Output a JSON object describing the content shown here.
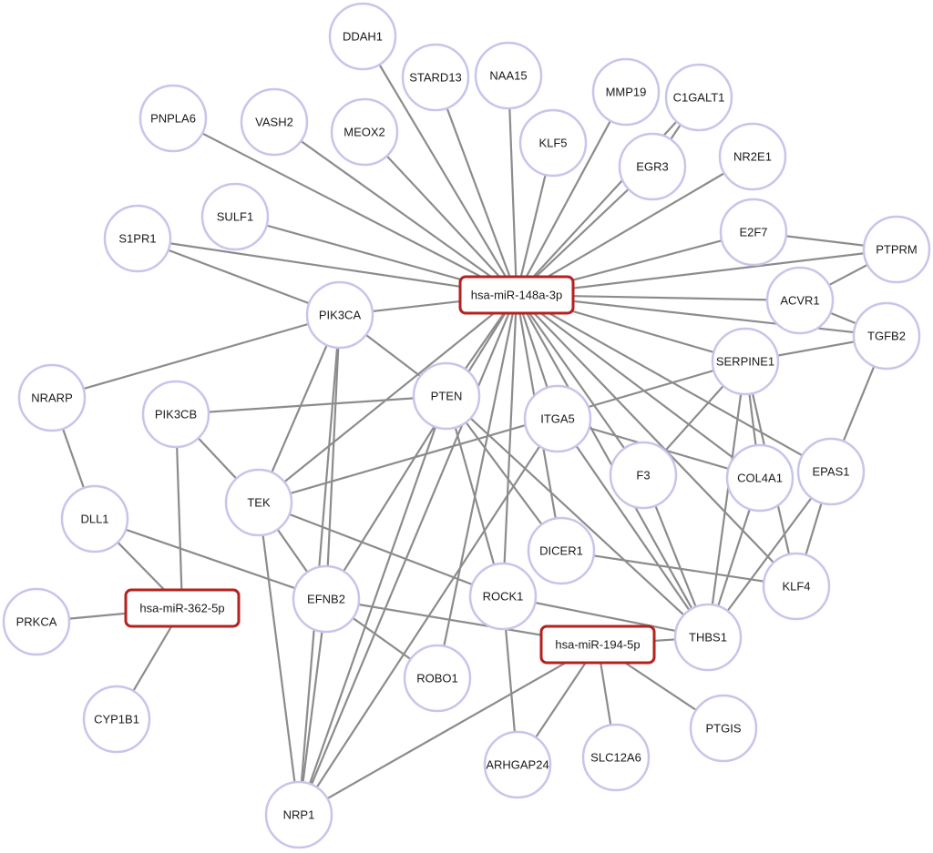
{
  "network": {
    "mirnas": [
      {
        "id": "m148",
        "label": "hsa-miR-148a-3p"
      },
      {
        "id": "m362",
        "label": "hsa-miR-362-5p"
      },
      {
        "id": "m194",
        "label": "hsa-miR-194-5p"
      }
    ],
    "genes": [
      {
        "id": "DDAH1",
        "label": "DDAH1"
      },
      {
        "id": "STARD13",
        "label": "STARD13"
      },
      {
        "id": "NAA15",
        "label": "NAA15"
      },
      {
        "id": "MMP19",
        "label": "MMP19"
      },
      {
        "id": "C1GALT1",
        "label": "C1GALT1"
      },
      {
        "id": "PNPLA6",
        "label": "PNPLA6"
      },
      {
        "id": "VASH2",
        "label": "VASH2"
      },
      {
        "id": "MEOX2",
        "label": "MEOX2"
      },
      {
        "id": "KLF5",
        "label": "KLF5"
      },
      {
        "id": "EGR3",
        "label": "EGR3"
      },
      {
        "id": "NR2E1",
        "label": "NR2E1"
      },
      {
        "id": "SULF1",
        "label": "SULF1"
      },
      {
        "id": "S1PR1",
        "label": "S1PR1"
      },
      {
        "id": "E2F7",
        "label": "E2F7"
      },
      {
        "id": "PTPRM",
        "label": "PTPRM"
      },
      {
        "id": "PIK3CA",
        "label": "PIK3CA"
      },
      {
        "id": "ACVR1",
        "label": "ACVR1"
      },
      {
        "id": "TGFB2",
        "label": "TGFB2"
      },
      {
        "id": "SERPINE1",
        "label": "SERPINE1"
      },
      {
        "id": "NRARP",
        "label": "NRARP"
      },
      {
        "id": "PIK3CB",
        "label": "PIK3CB"
      },
      {
        "id": "PTEN",
        "label": "PTEN"
      },
      {
        "id": "ITGA5",
        "label": "ITGA5"
      },
      {
        "id": "F3",
        "label": "F3"
      },
      {
        "id": "COL4A1",
        "label": "COL4A1"
      },
      {
        "id": "EPAS1",
        "label": "EPAS1"
      },
      {
        "id": "TEK",
        "label": "TEK"
      },
      {
        "id": "DLL1",
        "label": "DLL1"
      },
      {
        "id": "DICER1",
        "label": "DICER1"
      },
      {
        "id": "KLF4",
        "label": "KLF4"
      },
      {
        "id": "EFNB2",
        "label": "EFNB2"
      },
      {
        "id": "ROCK1",
        "label": "ROCK1"
      },
      {
        "id": "PRKCA",
        "label": "PRKCA"
      },
      {
        "id": "THBS1",
        "label": "THBS1"
      },
      {
        "id": "ROBO1",
        "label": "ROBO1"
      },
      {
        "id": "CYP1B1",
        "label": "CYP1B1"
      },
      {
        "id": "PTGIS",
        "label": "PTGIS"
      },
      {
        "id": "ARHGAP24",
        "label": "ARHGAP24"
      },
      {
        "id": "SLC12A6",
        "label": "SLC12A6"
      },
      {
        "id": "NRP1",
        "label": "NRP1"
      }
    ],
    "edges": [
      [
        "m148",
        "DDAH1"
      ],
      [
        "m148",
        "STARD13"
      ],
      [
        "m148",
        "NAA15"
      ],
      [
        "m148",
        "MMP19"
      ],
      [
        "m148",
        "C1GALT1"
      ],
      [
        "m148",
        "PNPLA6"
      ],
      [
        "m148",
        "VASH2"
      ],
      [
        "m148",
        "MEOX2"
      ],
      [
        "m148",
        "KLF5"
      ],
      [
        "m148",
        "EGR3"
      ],
      [
        "m148",
        "NR2E1"
      ],
      [
        "m148",
        "SULF1"
      ],
      [
        "m148",
        "S1PR1"
      ],
      [
        "m148",
        "E2F7"
      ],
      [
        "m148",
        "PTPRM"
      ],
      [
        "m148",
        "PIK3CA"
      ],
      [
        "m148",
        "ACVR1"
      ],
      [
        "m148",
        "TGFB2"
      ],
      [
        "m148",
        "SERPINE1"
      ],
      [
        "m148",
        "PTEN"
      ],
      [
        "m148",
        "ITGA5"
      ],
      [
        "m148",
        "F3"
      ],
      [
        "m148",
        "COL4A1"
      ],
      [
        "m148",
        "EPAS1"
      ],
      [
        "m148",
        "DICER1"
      ],
      [
        "m148",
        "KLF4"
      ],
      [
        "m148",
        "ROCK1"
      ],
      [
        "m148",
        "THBS1"
      ],
      [
        "m148",
        "TEK"
      ],
      [
        "m148",
        "EFNB2"
      ],
      [
        "m148",
        "ROBO1"
      ],
      [
        "m148",
        "NRP1"
      ],
      [
        "S1PR1",
        "PIK3CA"
      ],
      [
        "EGR3",
        "C1GALT1"
      ],
      [
        "E2F7",
        "PTPRM"
      ],
      [
        "PTPRM",
        "ACVR1"
      ],
      [
        "ACVR1",
        "TGFB2"
      ],
      [
        "TGFB2",
        "SERPINE1"
      ],
      [
        "TGFB2",
        "EPAS1"
      ],
      [
        "NRARP",
        "PIK3CA"
      ],
      [
        "NRARP",
        "DLL1"
      ],
      [
        "PIK3CA",
        "PTEN"
      ],
      [
        "PIK3CA",
        "TEK"
      ],
      [
        "PIK3CA",
        "EFNB2"
      ],
      [
        "PIK3CA",
        "NRP1"
      ],
      [
        "PIK3CB",
        "PTEN"
      ],
      [
        "PIK3CB",
        "TEK"
      ],
      [
        "PIK3CB",
        "m362"
      ],
      [
        "PTEN",
        "DICER1"
      ],
      [
        "PTEN",
        "ROCK1"
      ],
      [
        "PTEN",
        "THBS1"
      ],
      [
        "PTEN",
        "NRP1"
      ],
      [
        "TEK",
        "SERPINE1"
      ],
      [
        "TEK",
        "ROCK1"
      ],
      [
        "TEK",
        "EFNB2"
      ],
      [
        "TEK",
        "NRP1"
      ],
      [
        "ITGA5",
        "COL4A1"
      ],
      [
        "ITGA5",
        "THBS1"
      ],
      [
        "ITGA5",
        "NRP1"
      ],
      [
        "SERPINE1",
        "F3"
      ],
      [
        "SERPINE1",
        "COL4A1"
      ],
      [
        "SERPINE1",
        "THBS1"
      ],
      [
        "SERPINE1",
        "KLF4"
      ],
      [
        "F3",
        "THBS1"
      ],
      [
        "COL4A1",
        "THBS1"
      ],
      [
        "EPAS1",
        "THBS1"
      ],
      [
        "EPAS1",
        "KLF4"
      ],
      [
        "DICER1",
        "KLF4"
      ],
      [
        "ROCK1",
        "THBS1"
      ],
      [
        "DLL1",
        "m362"
      ],
      [
        "DLL1",
        "EFNB2"
      ],
      [
        "m362",
        "PRKCA"
      ],
      [
        "m362",
        "CYP1B1"
      ],
      [
        "EFNB2",
        "m194"
      ],
      [
        "EFNB2",
        "ROBO1"
      ],
      [
        "EFNB2",
        "NRP1"
      ],
      [
        "m194",
        "THBS1"
      ],
      [
        "m194",
        "PTGIS"
      ],
      [
        "m194",
        "SLC12A6"
      ],
      [
        "m194",
        "ARHGAP24"
      ],
      [
        "m194",
        "NRP1"
      ],
      [
        "ROCK1",
        "ARHGAP24"
      ]
    ]
  }
}
